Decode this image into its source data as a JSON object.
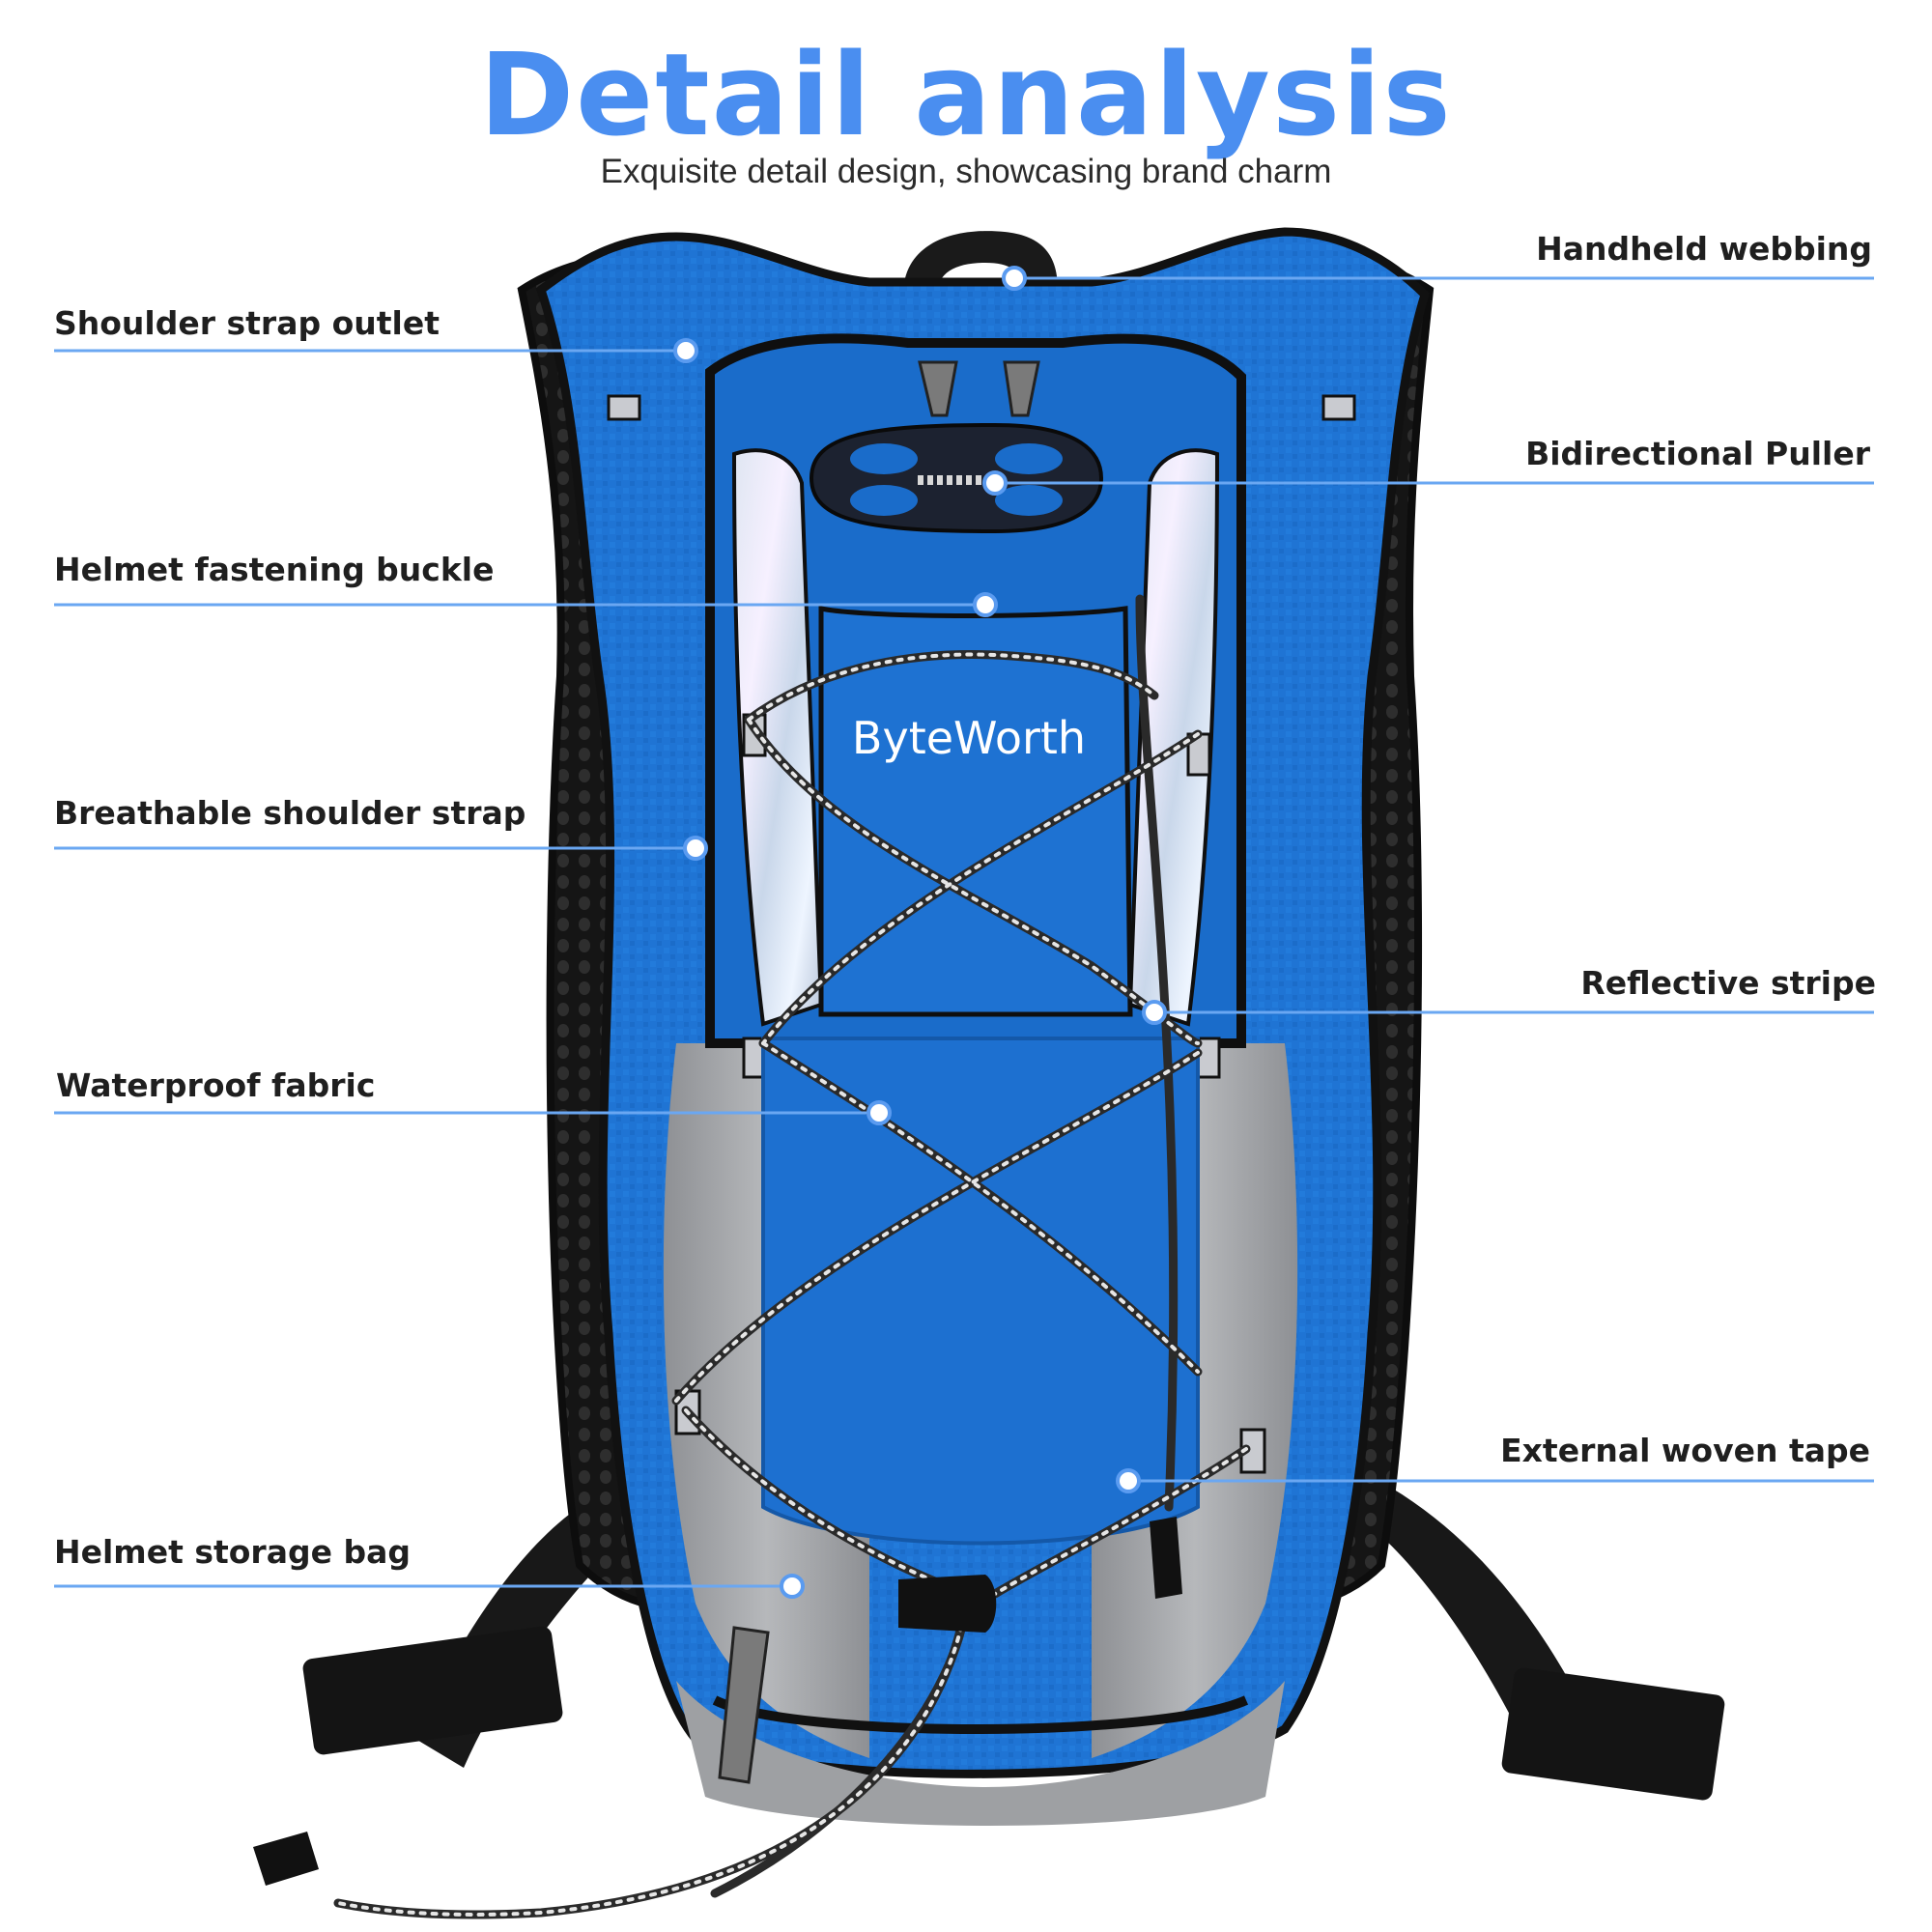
{
  "header": {
    "title": "Detail analysis",
    "subtitle": "Exquisite detail design, showcasing brand charm"
  },
  "product": {
    "brand_text": "ByteWorth"
  },
  "callouts": {
    "left": [
      "Shoulder strap outlet",
      "Helmet fastening buckle",
      "Breathable shoulder strap",
      "Waterproof fabric",
      "Helmet storage bag"
    ],
    "right": [
      "Handheld webbing",
      "Bidirectional Puller",
      "Reflective stripe",
      "External woven tape"
    ]
  },
  "colors": {
    "title": "#4a8ef0",
    "bag_blue": "#1f74d4",
    "bag_blue_dark": "#155cae",
    "mesh_black": "#1b1b1b",
    "side_gray": "#9c9ea2",
    "leader_line": "#6aa7f2"
  }
}
